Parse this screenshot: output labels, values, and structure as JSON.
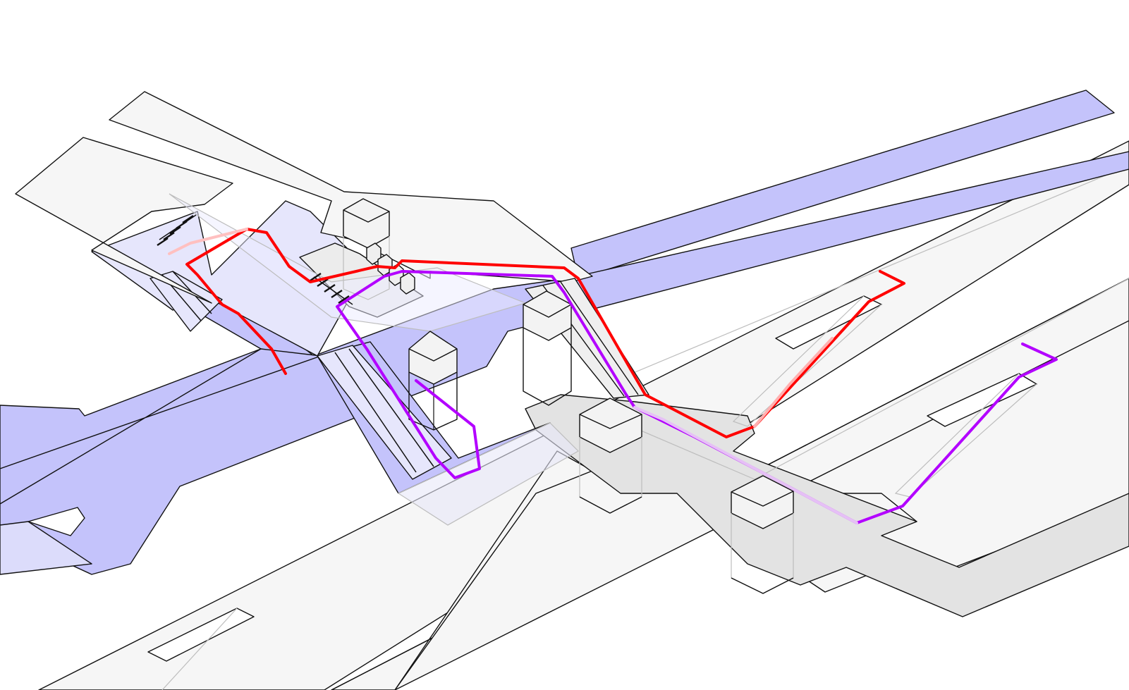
{
  "diagram": {
    "kind": "isometric station interchange diagram",
    "colors": {
      "upper_concourse": "#c4c3fb",
      "upper_concourse_light": "#e6e6fc",
      "lower_platform": "#f6f6f6",
      "lower_shadow": "#e3e3e3",
      "route_1": "#ff0000",
      "route_2": "#b300ff",
      "outline": "#111111",
      "ghost": "#bdbdbd"
    },
    "routes": [
      {
        "id": "route_1",
        "color_ref": "route_1"
      },
      {
        "id": "route_2",
        "color_ref": "route_2"
      }
    ],
    "icons": [
      "elevator-box-icon",
      "ticket-gate-icon",
      "gate-line-icon",
      "escalator-icon"
    ]
  }
}
